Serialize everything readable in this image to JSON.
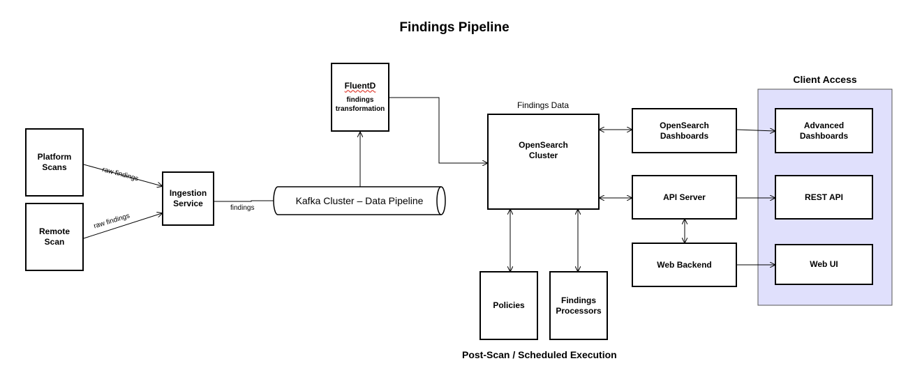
{
  "title": "Findings Pipeline",
  "nodes": {
    "platform_scans": {
      "line1": "Platform",
      "line2": "Scans"
    },
    "remote_scan": {
      "line1": "Remote",
      "line2": "Scan"
    },
    "ingestion_service": {
      "line1": "Ingestion",
      "line2": "Service"
    },
    "kafka": {
      "label": "Kafka Cluster – Data Pipeline"
    },
    "fluentd": {
      "name": "FluentD",
      "line1": "findings",
      "line2": "transformation"
    },
    "opensearch_cluster": {
      "caption": "Findings Data",
      "line1": "OpenSearch",
      "line2": "Cluster"
    },
    "policies": {
      "label": "Policies"
    },
    "findings_processors": {
      "line1": "Findings",
      "line2": "Processors"
    },
    "opensearch_dashboards": {
      "line1": "OpenSearch",
      "line2": "Dashboards"
    },
    "api_server": {
      "label": "API Server"
    },
    "web_backend": {
      "label": "Web Backend"
    },
    "client_access": {
      "title": "Client Access",
      "advanced_dashboards": {
        "line1": "Advanced",
        "line2": "Dashboards"
      },
      "rest_api": {
        "label": "REST API"
      },
      "web_ui": {
        "label": "Web UI"
      }
    }
  },
  "edge_labels": {
    "platform_raw": "raw findings",
    "remote_raw": "raw findings",
    "ingest_findings": "findings"
  },
  "group_labels": {
    "post_scan": "Post-Scan  / Scheduled Execution"
  },
  "colors": {
    "client_panel_fill": "#e0e0fc",
    "client_panel_border": "#555555"
  }
}
